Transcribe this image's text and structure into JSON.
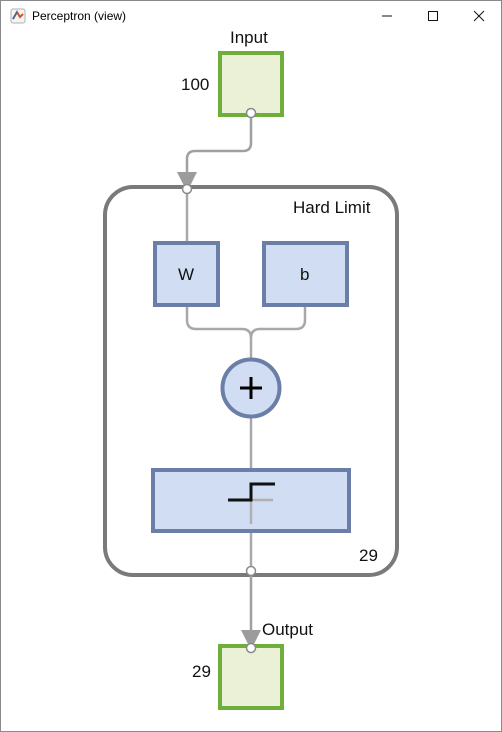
{
  "window": {
    "title": "Perceptron (view)",
    "controls": [
      "minimize",
      "maximize",
      "close"
    ]
  },
  "diagram": {
    "input": {
      "label": "Input",
      "size": "100"
    },
    "layer": {
      "title": "Hard Limit",
      "size": "29",
      "weight_label": "W",
      "bias_label": "b",
      "sum_symbol": "+",
      "transfer_function": "hardlim-step-icon"
    },
    "output": {
      "label": "Output",
      "size": "29"
    }
  },
  "colors": {
    "io_fill": "#ebf1d6",
    "io_border": "#6fae3a",
    "block_fill": "#d0ddf3",
    "block_border": "#6a7ea8",
    "layer_border": "#7a7a7a",
    "wire": "#a0a0a0"
  }
}
